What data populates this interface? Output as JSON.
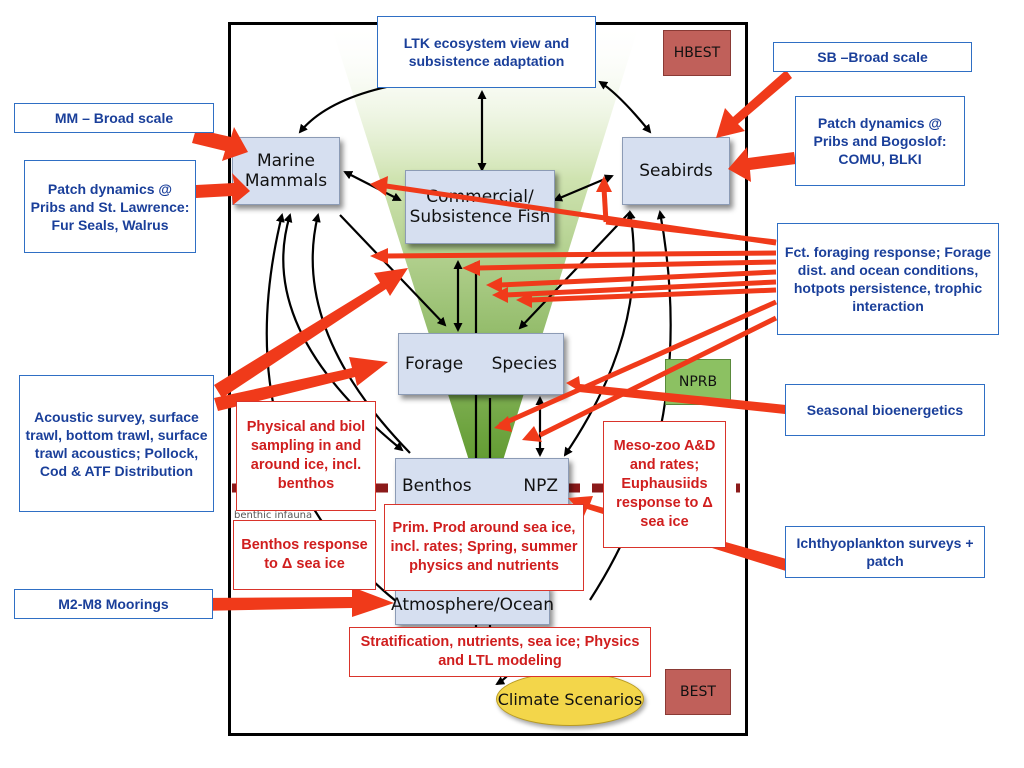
{
  "nodes": {
    "marine_mammals": "Marine\nMammals",
    "commercial_fish": "Commercial/\nSubsistence Fish",
    "seabirds": "Seabirds",
    "forage_left": "Forage",
    "forage_right": "Species",
    "benthos": "Benthos",
    "npz": "NPZ",
    "atmosphere": "Atmosphere/Ocean",
    "climate": "Climate Scenarios",
    "faint_label": "benthic infauna"
  },
  "tags": {
    "hbest": "HBEST",
    "nprb": "NPRB",
    "best": "BEST"
  },
  "blue_labels": {
    "ltk": "LTK ecosystem view and subsistence adaptation",
    "mm_broad": "MM – Broad scale",
    "mm_patch": "Patch dynamics @ Pribs and St. Lawrence: Fur Seals, Walrus",
    "sb_broad": "SB –Broad scale",
    "sb_patch": "Patch dynamics @ Pribs and Bogoslof: COMU, BLKI",
    "fct_foraging": "Fct. foraging response; Forage dist. and ocean conditions, hotpots persistence, trophic interaction",
    "acoustic": "Acoustic survey, surface trawl, bottom trawl, surface trawl acoustics; Pollock, Cod & ATF Distribution",
    "seasonal": "Seasonal bioenergetics",
    "ichthyo": "Ichthyoplankton surveys + patch",
    "moorings": "M2-M8 Moorings"
  },
  "red_labels": {
    "physical": "Physical and biol sampling in and around ice, incl. benthos",
    "benthos_resp": "Benthos response to Δ sea ice",
    "prim_prod": "Prim. Prod around sea ice, incl. rates; Spring, summer physics and nutrients",
    "meso_zoo": "Meso-zoo A&D and rates; Euphausiids response to Δ sea ice",
    "stratification": "Stratification, nutrients, sea ice; Physics and LTL modeling"
  },
  "colors": {
    "blue_border": "#2f6fc4",
    "blue_text": "#1a3f9a",
    "red_border": "#d9342b",
    "red_text": "#d01e1e",
    "node_fill": "#d6dff0",
    "cone_green": "#79ad3f",
    "arrow_red": "#f03a1a",
    "hbest_fill": "#c0605a",
    "nprb_fill": "#8cc162",
    "climate_fill": "#f3d64a"
  }
}
